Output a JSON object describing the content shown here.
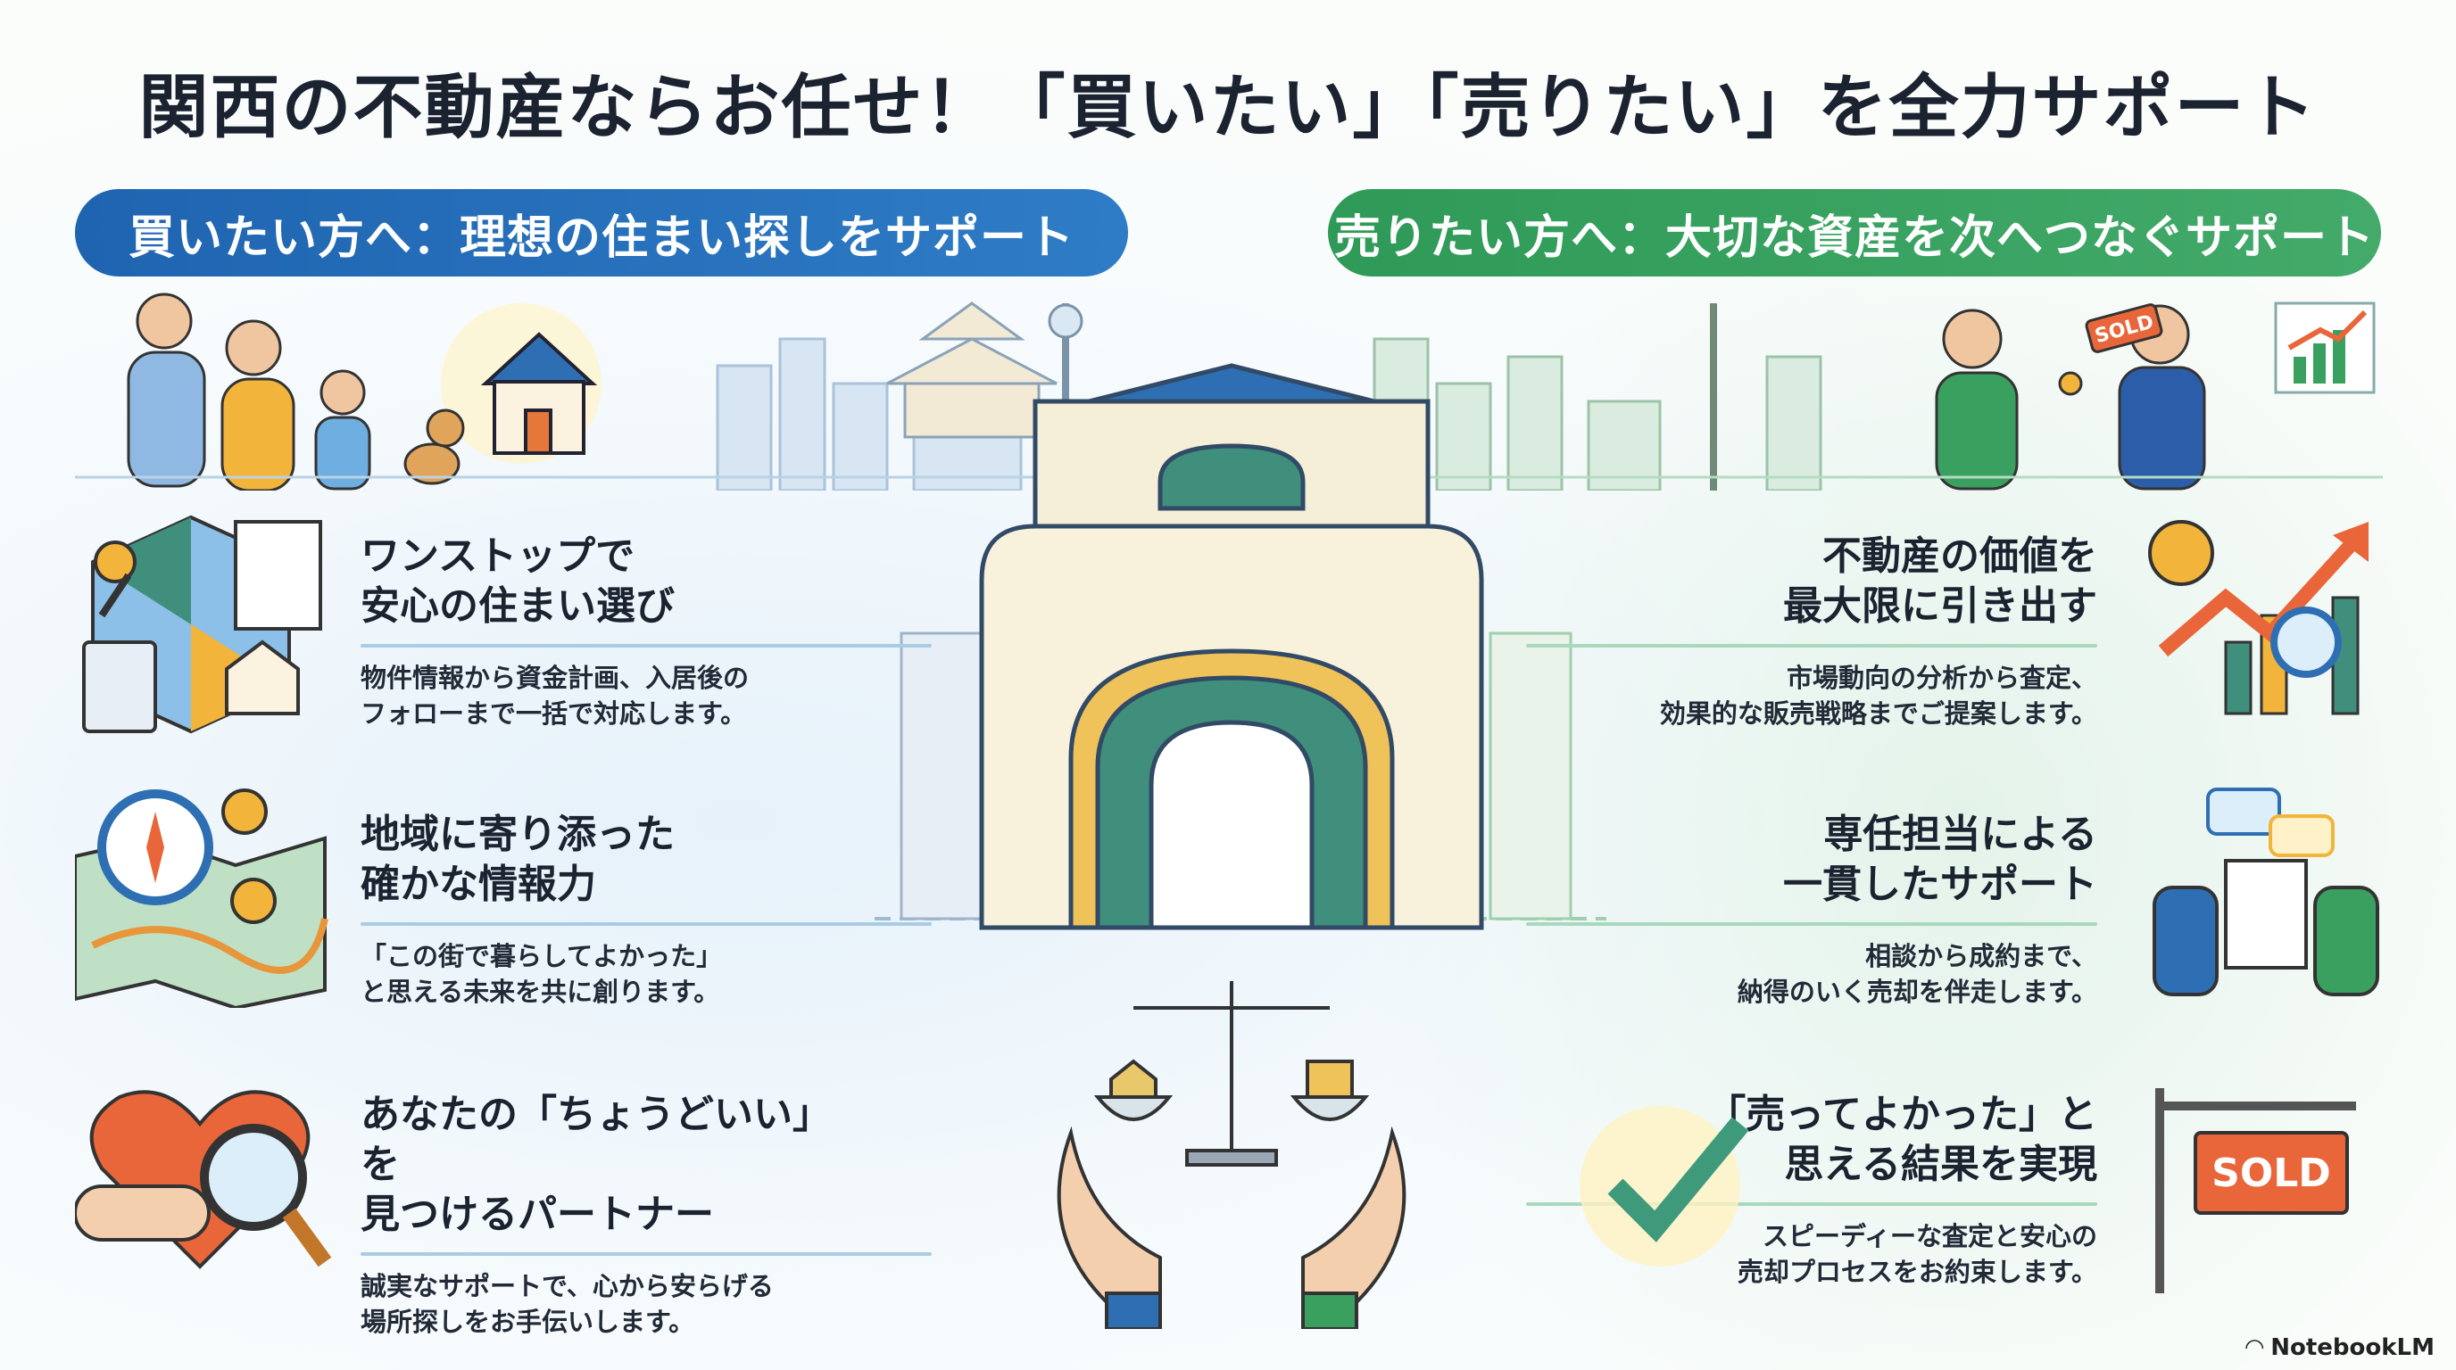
{
  "title": "関西の不動産ならお任せ！「買いたい」「売りたい」を全力サポート",
  "buy": {
    "header": "買いたい方へ：理想の住まい探しをサポート",
    "color": "#1f64b0",
    "items": [
      {
        "heading1": "ワンストップで",
        "heading2": "安心の住まい選び",
        "body1": "物件情報から資金計画、入居後の",
        "body2": "フォローまで一括で対応します。",
        "icon": "key-document-calculator-icon"
      },
      {
        "heading1": "地域に寄り添った",
        "heading2": "確かな情報力",
        "body1": "「この街で暮らしてよかった」",
        "body2": "と思える未来を共に創ります。",
        "icon": "compass-map-icon"
      },
      {
        "heading1": "あなたの「ちょうどいい」を",
        "heading2": "見つけるパートナー",
        "body1": "誠実なサポートで、心から安らげる",
        "body2": "場所探しをお手伝いします。",
        "icon": "heart-handshake-magnifier-icon"
      }
    ]
  },
  "sell": {
    "header": "売りたい方へ：大切な資産を次へつなぐサポート",
    "color": "#2f9a58",
    "items": [
      {
        "heading1": "不動産の価値を",
        "heading2": "最大限に引き出す",
        "body1": "市場動向の分析から査定、",
        "body2": "効果的な販売戦略までご提案します。",
        "icon": "growth-chart-icon"
      },
      {
        "heading1": "専任担当による",
        "heading2": "一貫したサポート",
        "body1": "相談から成約まで、",
        "body2": "納得のいく売却を伴走します。",
        "icon": "handshake-chat-icon"
      },
      {
        "heading1": "「売ってよかった」と",
        "heading2": "思える結果を実現",
        "body1": "スピーディーな査定と安心の",
        "body2": "売却プロセスをお約束します。",
        "icon": "sold-sign-icon"
      }
    ],
    "sold_tag": "SOLD",
    "sold_sign": "SOLD"
  },
  "watermark": "NotebookLM"
}
